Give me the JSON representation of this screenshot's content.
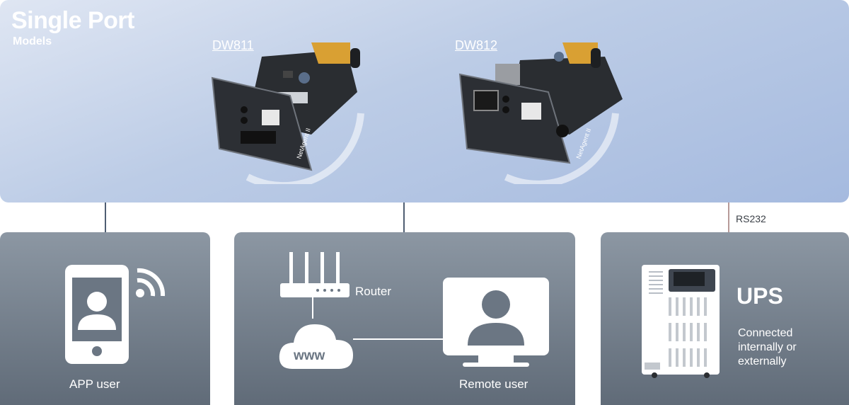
{
  "header": {
    "title": "Single Port",
    "subtitle": "Models"
  },
  "models": [
    {
      "label": "DW811"
    },
    {
      "label": "DW812"
    }
  ],
  "card_brand_text": "NetAgent II",
  "connection": {
    "rs232_label": "RS232"
  },
  "boxes": {
    "app": {
      "label": "APP user"
    },
    "network": {
      "router_label": "Router",
      "cloud_label": "www",
      "remote_label": "Remote user"
    },
    "ups": {
      "title": "UPS",
      "description_lines": [
        "Connected",
        "internally or",
        "externally"
      ]
    }
  },
  "colors": {
    "panel_top": "#dfe6f3",
    "panel_bottom": "#a5badf",
    "box_top": "#8c97a3",
    "box_bottom": "#606b78",
    "rs232_line": "#b79a98"
  }
}
